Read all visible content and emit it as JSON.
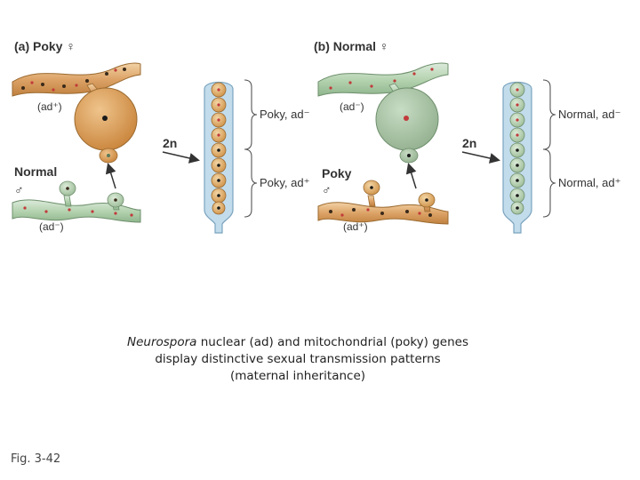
{
  "panel_a": {
    "title": "(a) Poky ♀",
    "top_genotype": "(ad⁺)",
    "bottom_strain": "Normal",
    "bottom_sex": "♂",
    "bottom_genotype": "(ad⁻)",
    "zygote": "2n",
    "upper_spores": "Poky, ad⁻",
    "lower_spores": "Poky, ad⁺"
  },
  "panel_b": {
    "title": "(b) Normal ♀",
    "top_genotype": "(ad⁻)",
    "bottom_strain": "Poky",
    "bottom_sex": "♂",
    "bottom_genotype": "(ad⁺)",
    "zygote": "2n",
    "upper_spores": "Normal, ad⁻",
    "lower_spores": "Normal, ad⁺"
  },
  "caption": {
    "italic_part": "Neurospora",
    "line1_rest": " nuclear (ad) and mitochondrial (poky) genes",
    "line2": "display distinctive sexual transmission patterns",
    "line3": "(maternal inheritance)"
  },
  "figure_label": "Fig. 3-42",
  "colors": {
    "poky_orange": "#d9a062",
    "normal_green": "#a9c9a4",
    "ascus_blue": "#bcd8ea"
  }
}
